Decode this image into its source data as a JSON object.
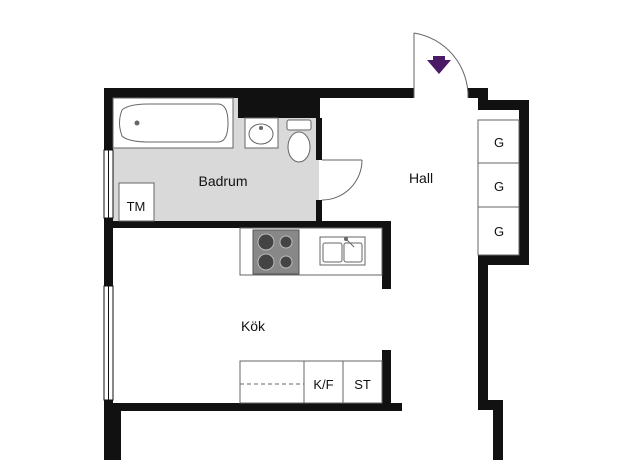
{
  "rooms": {
    "bathroom": "Badrum",
    "hall": "Hall",
    "kitchen": "Kök"
  },
  "fixtures": {
    "washer": "TM",
    "wardrobe_1": "G",
    "wardrobe_2": "G",
    "wardrobe_3": "G",
    "fridge_freezer": "K/F",
    "storage": "ST"
  },
  "colors": {
    "wall": "#111111",
    "bathroom_floor": "#d9d9d9",
    "entrance_arrow": "#4b1a66"
  },
  "icons": {
    "entrance": "entrance-arrow-icon"
  }
}
